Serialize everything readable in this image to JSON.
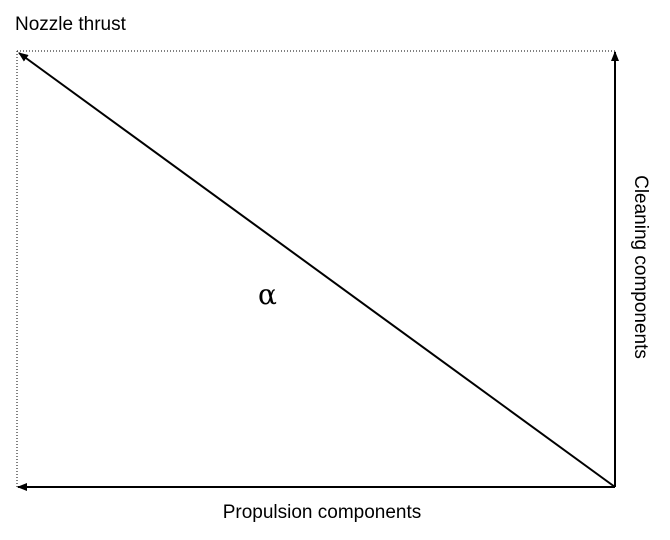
{
  "labels": {
    "nozzle_thrust": "Nozzle thrust",
    "cleaning_components": "Cleaning components",
    "propulsion_components": "Propulsion components",
    "angle": "α"
  },
  "colors": {
    "line": "#000000",
    "background": "#ffffff"
  }
}
